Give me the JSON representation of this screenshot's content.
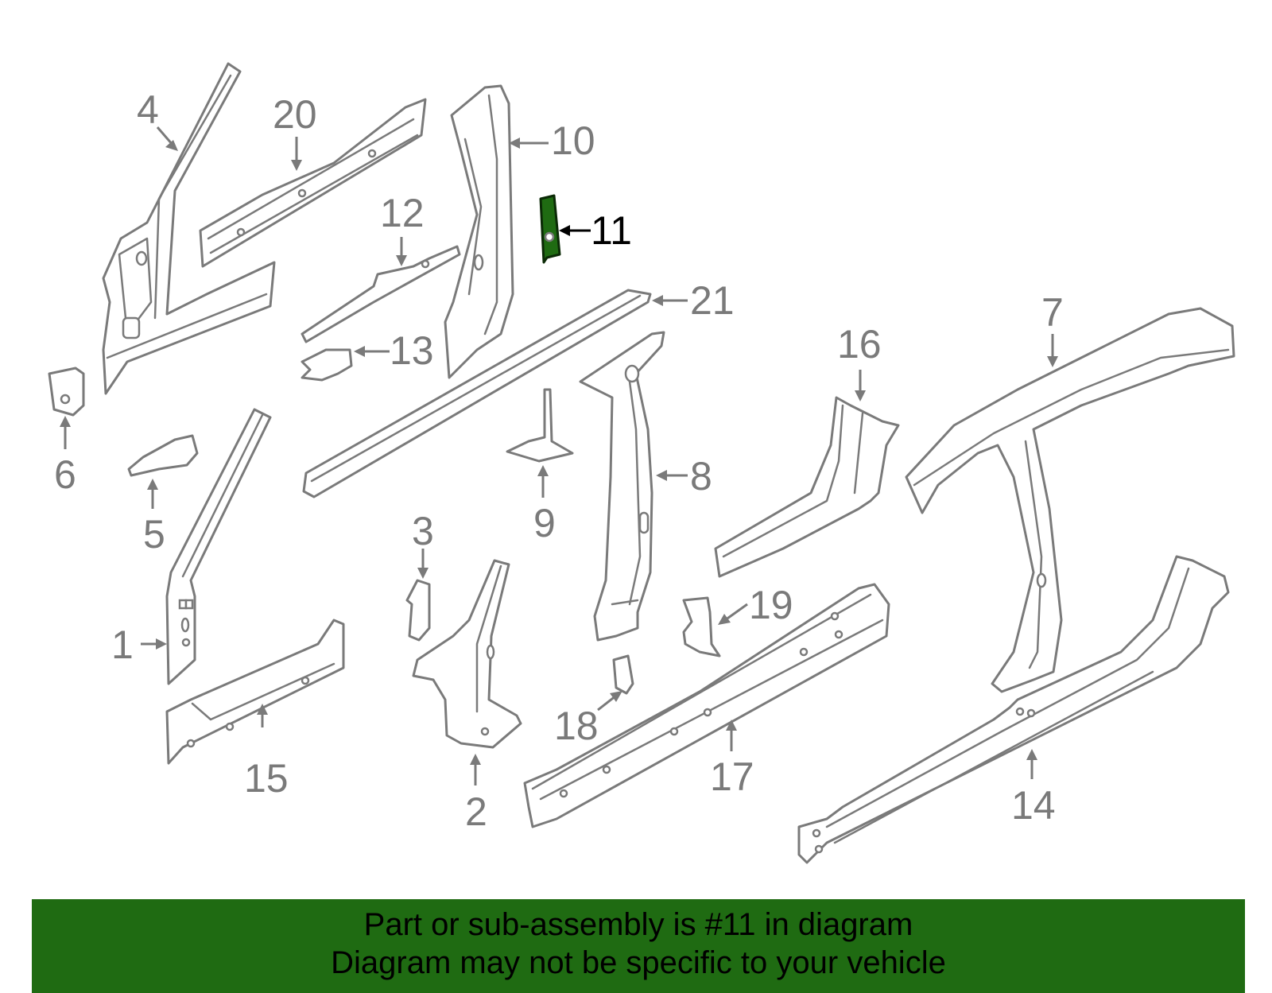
{
  "highlight": {
    "part": "11",
    "color": "#1f6b12"
  },
  "callouts": [
    "1",
    "2",
    "3",
    "4",
    "5",
    "6",
    "7",
    "8",
    "9",
    "10",
    "11",
    "12",
    "13",
    "14",
    "15",
    "16",
    "17",
    "18",
    "19",
    "20",
    "21"
  ],
  "banner": {
    "line1": "Part or sub-assembly is #11 in diagram",
    "line2": "Diagram may not be specific to your vehicle"
  }
}
